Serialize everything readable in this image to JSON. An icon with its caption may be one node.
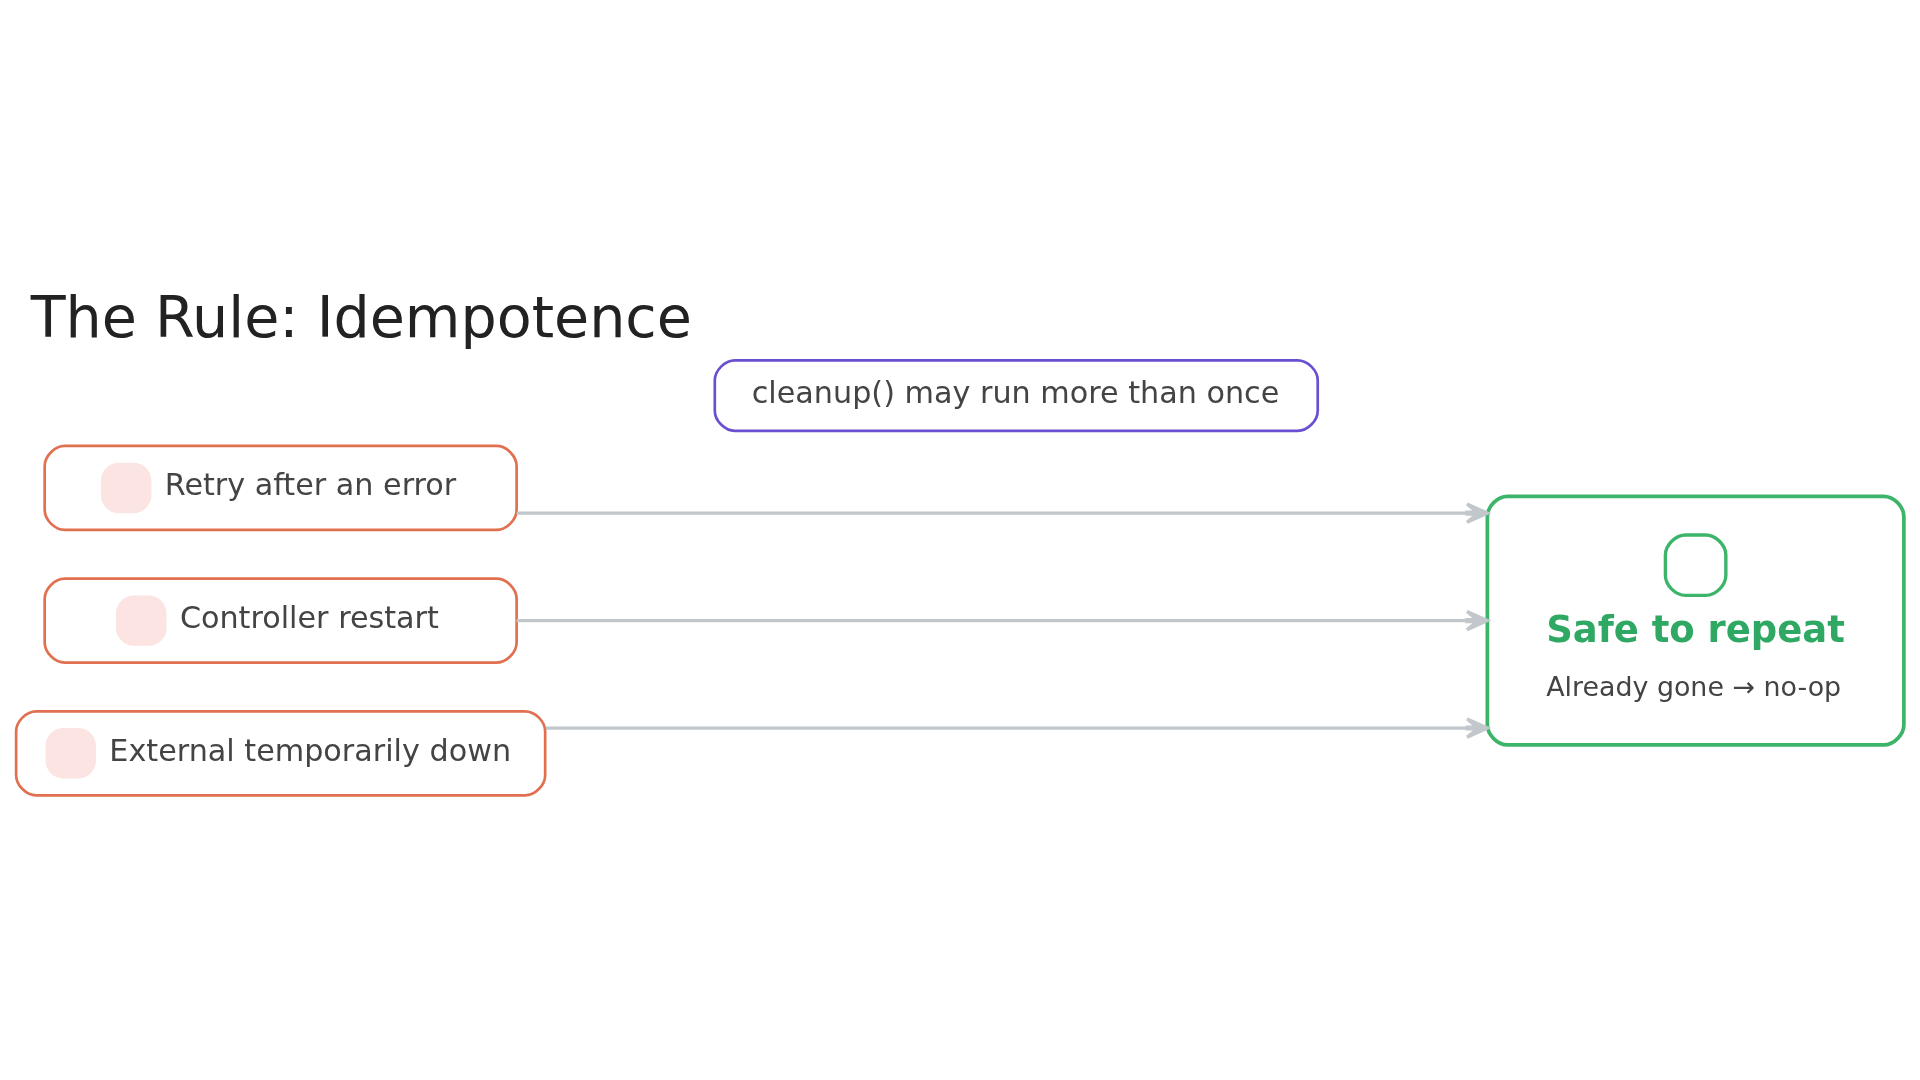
{
  "diagram": {
    "title": "The Rule: Idempotence",
    "nodes": [
      {
        "text": [
          "cleanup() may run more than once"
        ]
      },
      {
        "text": [
          "Retry after an error"
        ]
      },
      {
        "text": [
          "Controller restart"
        ]
      },
      {
        "text": [
          "External temporarily down"
        ]
      },
      {
        "text": [
          "Safe to repeat",
          "Already gone → no-op"
        ]
      }
    ],
    "edges": [
      {
        "from": 1,
        "to": 4,
        "arrow": "to"
      },
      {
        "from": 2,
        "to": 4,
        "arrow": "to"
      },
      {
        "from": 3,
        "to": 4,
        "arrow": "to"
      }
    ]
  }
}
